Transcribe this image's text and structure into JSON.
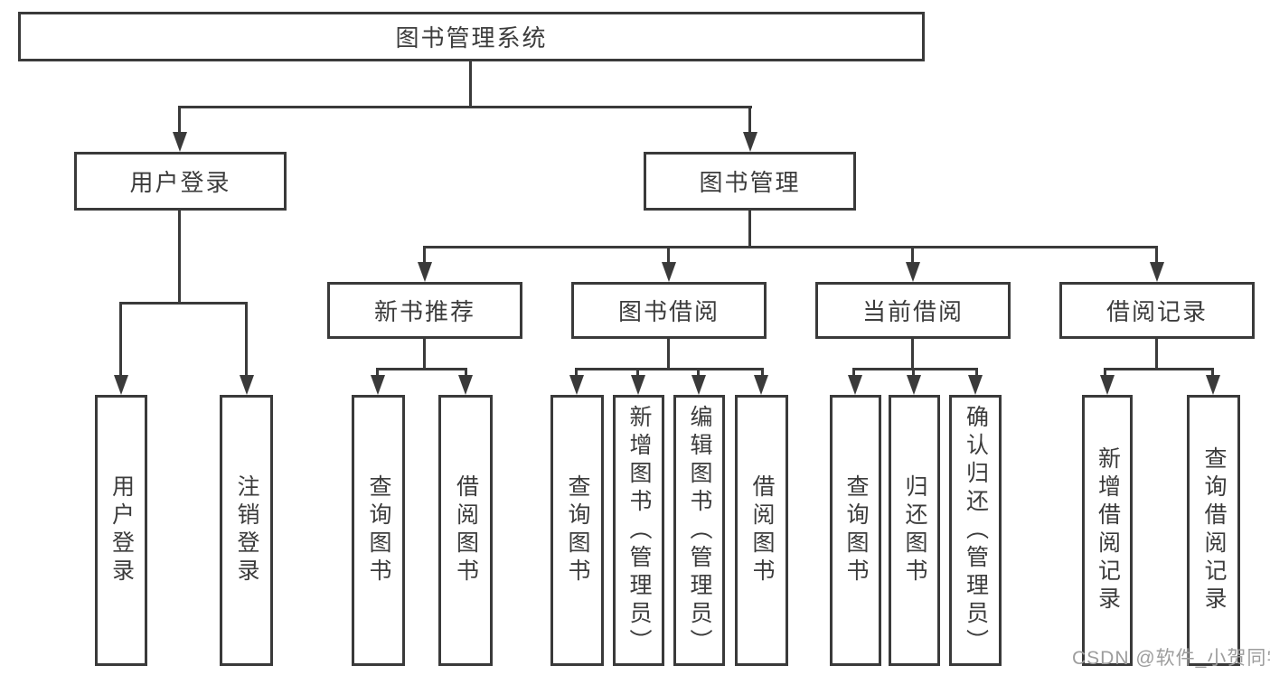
{
  "diagram": {
    "title": "图书管理系统",
    "root": {
      "label": "图书管理系统"
    },
    "branches": [
      {
        "label": "用户登录",
        "children": [
          {
            "label": "用户登录"
          },
          {
            "label": "注销登录"
          }
        ]
      },
      {
        "label": "图书管理",
        "children": [
          {
            "label": "新书推荐",
            "children": [
              {
                "label": "查询图书"
              },
              {
                "label": "借阅图书"
              }
            ]
          },
          {
            "label": "图书借阅",
            "children": [
              {
                "label": "查询图书"
              },
              {
                "label": "新增图书（管理员）"
              },
              {
                "label": "编辑图书（管理员）"
              },
              {
                "label": "借阅图书"
              }
            ]
          },
          {
            "label": "当前借阅",
            "children": [
              {
                "label": "查询图书"
              },
              {
                "label": "归还图书"
              },
              {
                "label": "确认归还（管理员）"
              }
            ]
          },
          {
            "label": "借阅记录",
            "children": [
              {
                "label": "新增借阅记录"
              },
              {
                "label": "查询借阅记录"
              }
            ]
          }
        ]
      }
    ]
  },
  "watermark": {
    "text": "CSDN @软件_小贺同学"
  },
  "colors": {
    "line": "#3a3a3a",
    "text": "#3c3c3c",
    "background": "#ffffff",
    "watermark": "#9d9d9d"
  }
}
